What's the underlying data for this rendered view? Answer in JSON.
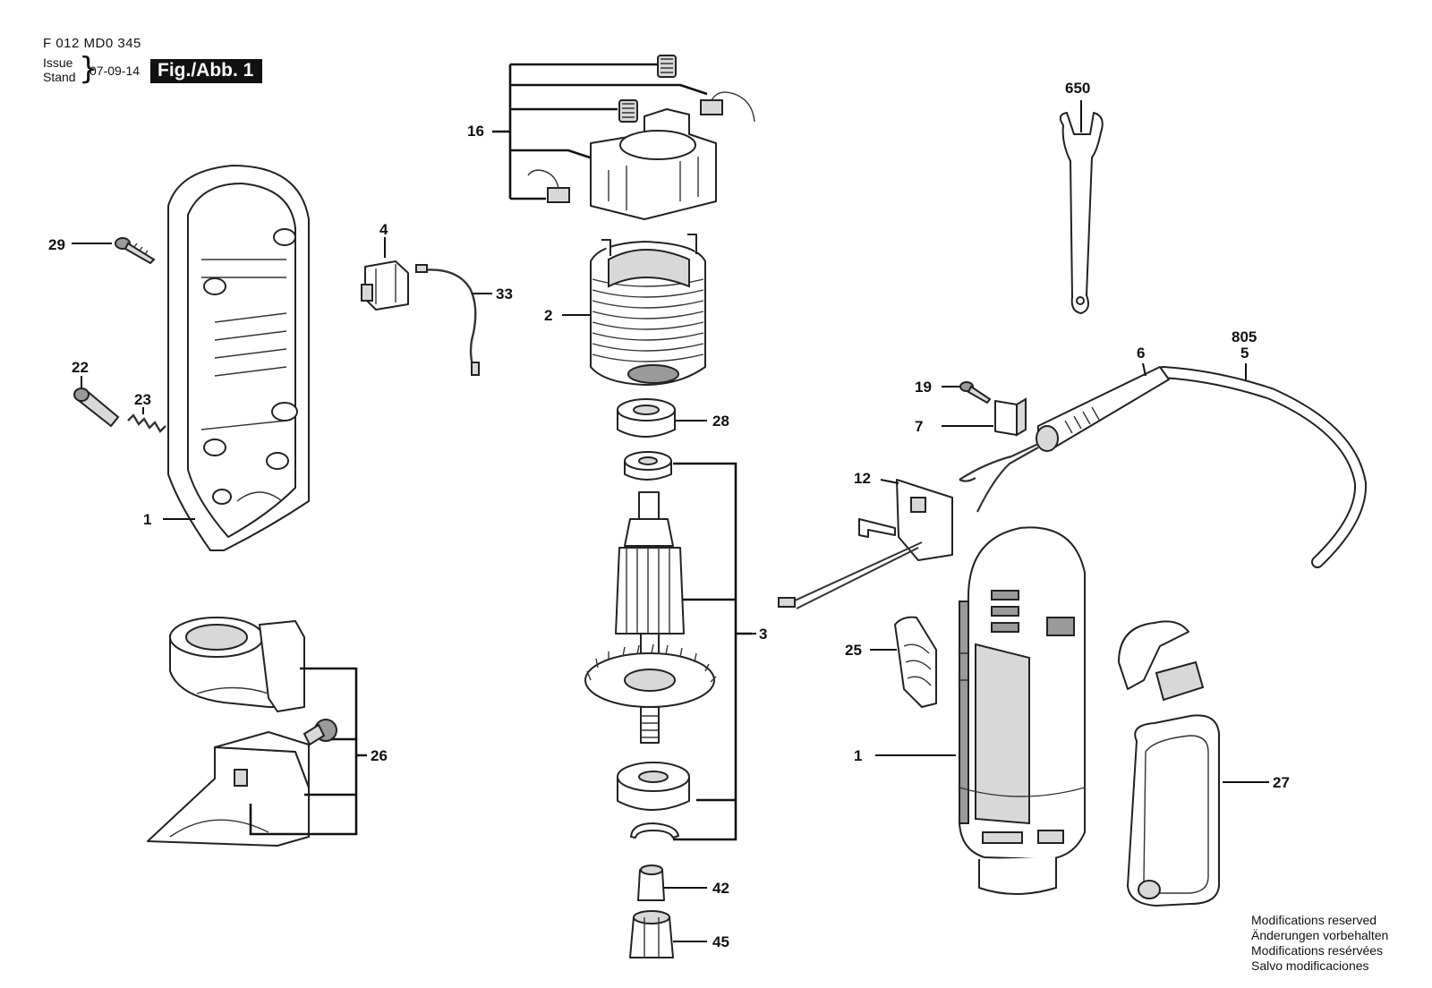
{
  "header": {
    "document_number": "F 012 MD0 345",
    "issue_label_en": "Issue",
    "issue_label_de": "Stand",
    "brace": "}",
    "issue_date": "07-09-14",
    "figure_label": "Fig./Abb. 1"
  },
  "callouts": {
    "c16": "16",
    "c29": "29",
    "c4": "4",
    "c33": "33",
    "c2": "2",
    "c650": "650",
    "c805": "805",
    "c5": "5",
    "c6": "6",
    "c19": "19",
    "c7": "7",
    "c22": "22",
    "c23": "23",
    "c28": "28",
    "c12": "12",
    "c1a": "1",
    "c3": "3",
    "c25": "25",
    "c26": "26",
    "c1b": "1",
    "c27": "27",
    "c42": "42",
    "c45": "45"
  },
  "footer": {
    "modifications_en": "Modifications reserved",
    "modifications_de": "Änderungen vorbehalten",
    "modifications_fr": "Modifications resérvées",
    "modifications_es": "Salvo modificaciones"
  }
}
